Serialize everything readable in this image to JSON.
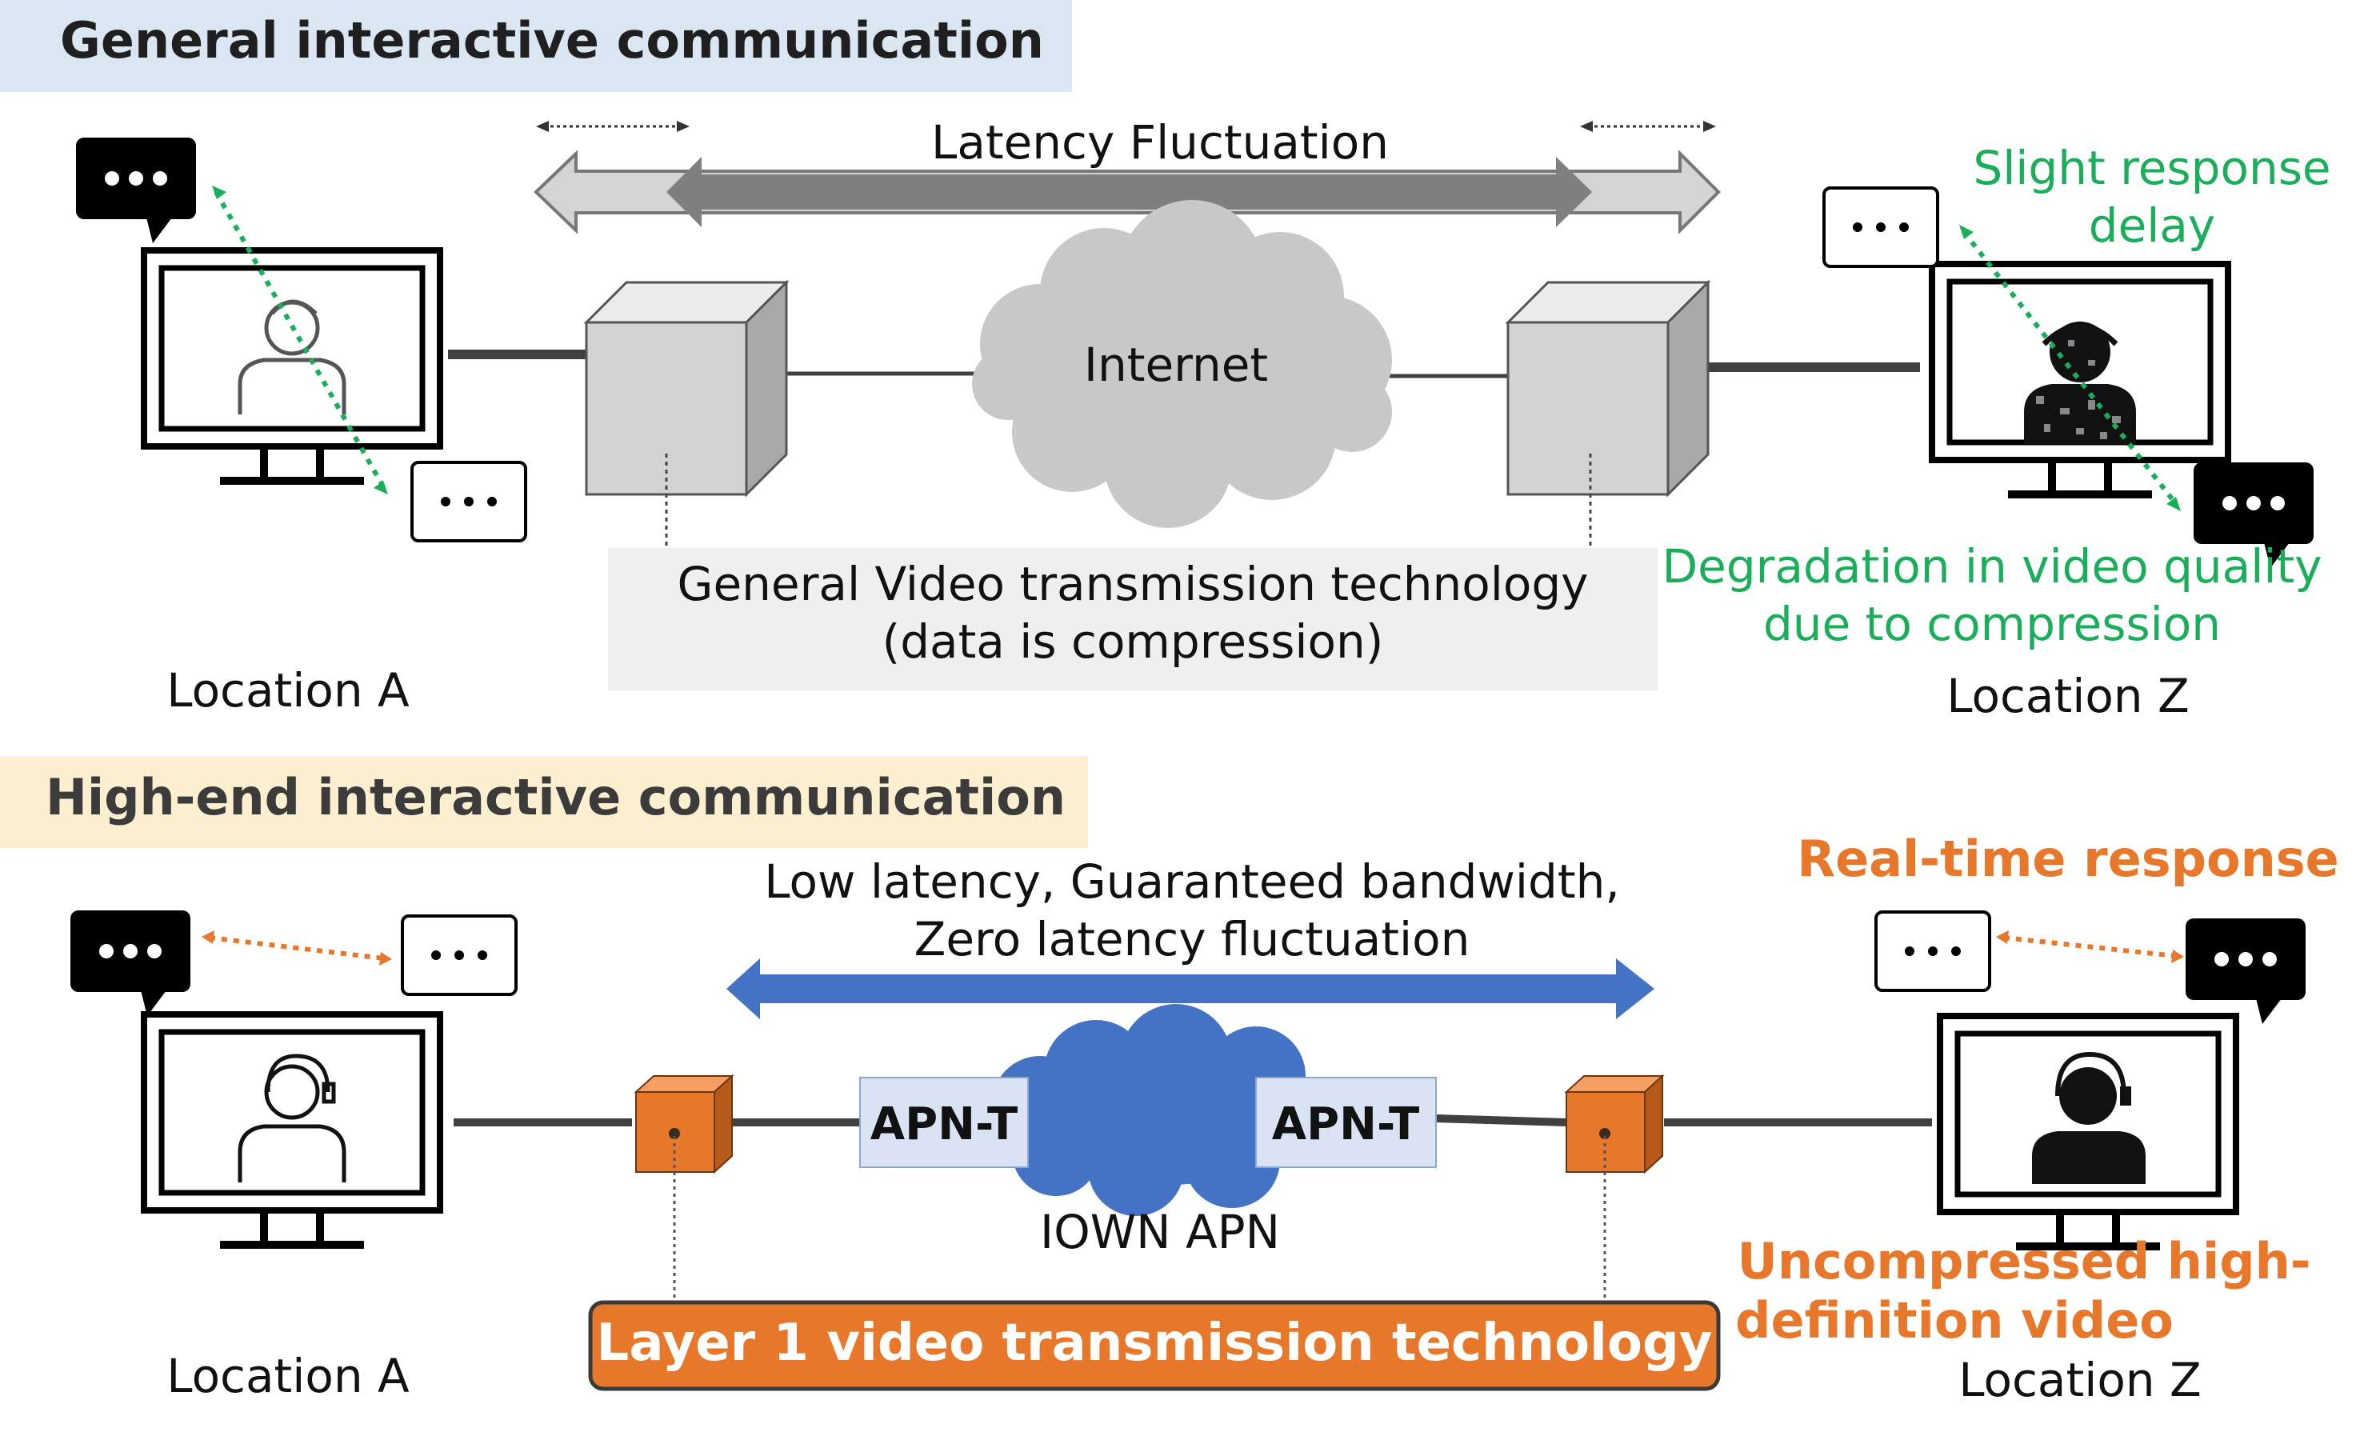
{
  "top": {
    "title": "General interactive communication",
    "arrow_label": "Latency Fluctuation",
    "cloud_label": "Internet",
    "tech_label_line1": "General Video transmission technology",
    "tech_label_line2": "(data is compression)",
    "location_left": "Location A",
    "location_right": "Location Z",
    "note_delay_line1": "Slight response",
    "note_delay_line2": "delay",
    "note_quality_line1": "Degradation in video quality",
    "note_quality_line2": "due to compression"
  },
  "bottom": {
    "title": "High-end interactive communication",
    "arrow_label_line1": "Low latency, Guaranteed bandwidth,",
    "arrow_label_line2": "Zero latency fluctuation",
    "apn_left": "APN-T",
    "apn_right": "APN-T",
    "cloud_label": "IOWN APN",
    "tech_label": "Layer 1 video transmission technology",
    "location_left": "Location A",
    "location_right": "Location Z",
    "note_realtime": "Real-time response",
    "note_uncompressed_line1": "Uncompressed high-",
    "note_uncompressed_line2": "definition video"
  },
  "colors": {
    "green": "#1aae5a",
    "orange": "#e7772a",
    "blue": "#4472c4",
    "top_title_bg": "#dae6f2",
    "bottom_title_bg": "#fcefd0"
  }
}
